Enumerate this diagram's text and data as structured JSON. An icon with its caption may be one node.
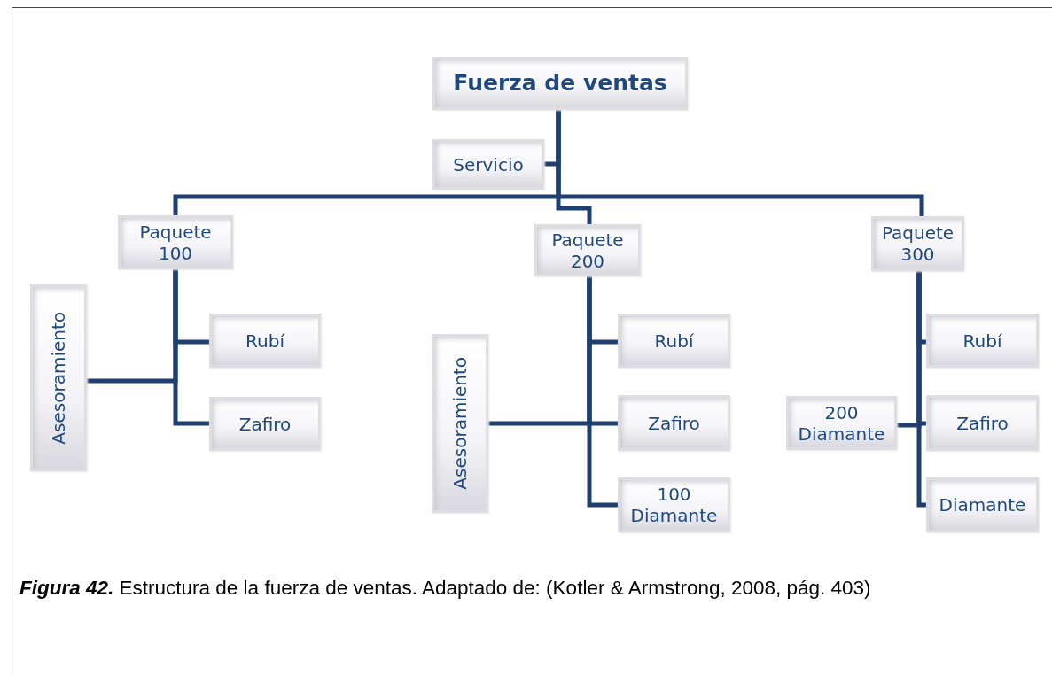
{
  "diagram": {
    "caption": "**Figura 42.** Estructura de la fuerza de ventas. Adaptado de: (Kotler & Armstrong, 2008, pág. 403)",
    "nodes": [
      {
        "text": [
          "Fuerza de ventas"
        ]
      },
      {
        "text": [
          "Servicio"
        ]
      },
      {
        "text": [
          "Paquete 100"
        ]
      },
      {
        "text": [
          "Paquete 200"
        ]
      },
      {
        "text": [
          "Paquete 300"
        ]
      },
      {
        "text": [
          "Asesoramiento"
        ]
      },
      {
        "text": [
          "Rubí"
        ]
      },
      {
        "text": [
          "Zafiro"
        ]
      },
      {
        "text": [
          "Asesoramiento"
        ]
      },
      {
        "text": [
          "Rubí"
        ]
      },
      {
        "text": [
          "Zafiro"
        ]
      },
      {
        "text": [
          "100 Diamante"
        ]
      },
      {
        "text": [
          "Rubí"
        ]
      },
      {
        "text": [
          "200 Diamante"
        ]
      },
      {
        "text": [
          "Zafiro"
        ]
      },
      {
        "text": [
          "Diamante"
        ]
      }
    ],
    "edges": [
      {
        "from": 0,
        "to": 1,
        "arrow": "none"
      },
      {
        "from": 0,
        "to": 2,
        "arrow": "none"
      },
      {
        "from": 0,
        "to": 3,
        "arrow": "none"
      },
      {
        "from": 0,
        "to": 4,
        "arrow": "none"
      },
      {
        "from": 2,
        "to": 5,
        "arrow": "none"
      },
      {
        "from": 2,
        "to": 6,
        "arrow": "none"
      },
      {
        "from": 2,
        "to": 7,
        "arrow": "none"
      },
      {
        "from": 3,
        "to": 8,
        "arrow": "none"
      },
      {
        "from": 3,
        "to": 9,
        "arrow": "none"
      },
      {
        "from": 3,
        "to": 10,
        "arrow": "none"
      },
      {
        "from": 3,
        "to": 11,
        "arrow": "none"
      },
      {
        "from": 4,
        "to": 13,
        "arrow": "none"
      },
      {
        "from": 4,
        "to": 12,
        "arrow": "none"
      },
      {
        "from": 4,
        "to": 14,
        "arrow": "none"
      },
      {
        "from": 4,
        "to": 15,
        "arrow": "none"
      }
    ]
  }
}
